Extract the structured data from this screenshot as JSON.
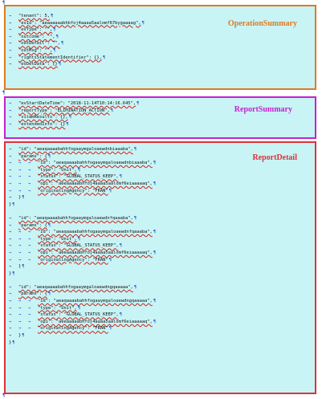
{
  "pilcrow": "¶",
  "arrow": "→",
  "operation_summary": {
    "label": "OperationSummary",
    "lines": [
      "\"tenant\": 5,",
      "\"evId\": \"aeaaaaaabhbfoj4aaaa5aalomf67bygaaaag\",",
      "\"evType\": \"\",",
      "\"outcome\": \"\",",
      "\"outDetail\": \"\",",
      "\"outMsg\": \"\",",
      "\"rightsStatementIdentifier\": {},",
      "\"evDetData\": {}"
    ]
  },
  "report_summary": {
    "label": "ReportSummary",
    "lines": [
      "\"evStartDateTime\": \"2018-11-14T10:14:16.645\",",
      "\"reportType\": \"ELIMINATION_ACTION\",",
      "\"vitamResults\": {},",
      "\"extendedInfo\": {}"
    ]
  },
  "report_detail": {
    "label": "ReportDetail",
    "groups": [
      {
        "id": "\"id\": \"aeaqaaaabahhfogaaymgaloaewdnbiaaaba\",",
        "params_open": "\"params\": {",
        "params": [
          "\"id\": \"aeaqaaaabahhfogaaymgaloaewdnbiaaaba\",",
          "\"type\": \"Unit\",",
          "\"status\": \"GLOBAL_STATUS_KEEP\",",
          "\"opi\": \"aeeaaaaabhfoj4aaaa5aalomf6eiaaaaaq\",",
          "\"originatingAgency\": \"FRAN\""
        ],
        "params_close": "}",
        "close": "}"
      },
      {
        "id": "\"id\": \"aeaqaaaabahhfogaaymgaloaewdnfqaaaba\",",
        "params_open": "\"params\": {",
        "params": [
          "\"id\": \"aeaqaaaabahhfogaaymgaloaewdnfqaaaba\",",
          "\"type\": \"Unit\",",
          "\"status\": \"GLOBAL_STATUS_KEEP\",",
          "\"opi\": \"aeeaaaaabhfoj4aaaa5aalomf6eiaaaaaq\",",
          "\"originatingAgency\": \"FRAN\""
        ],
        "params_close": "}",
        "close": "}"
      },
      {
        "id": "\"id\": \"aeaqaaaabahhfogaaymgaloaewdngqaaaaa\",",
        "params_open": "\"params\": {",
        "params": [
          "\"id\": \"aeaqaaaabahhfogaaymgaloaewdngqaaaaa\",",
          "\"type\": \"Unit\",",
          "\"status\": \"GLOBAL_STATUS_KEEP\",",
          "\"opi\": \"aeeaaaaabhfoj4aaaa5aalomf6eiaaaaaq\",",
          "\"originatingAgency\": \"FRAN\""
        ],
        "params_close": "}",
        "close": "}"
      }
    ]
  }
}
